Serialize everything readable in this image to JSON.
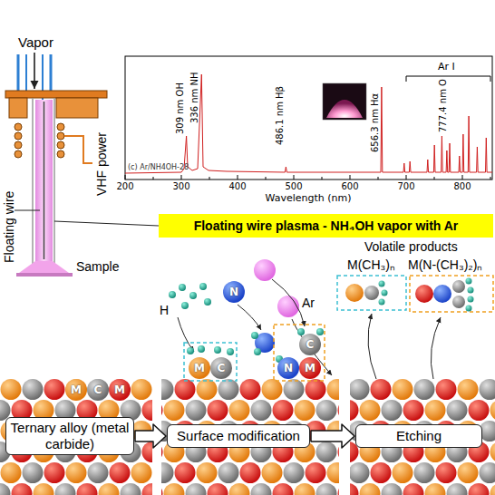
{
  "diagram": {
    "nodes": [
      {
        "text": [
          "Floating wire plasma - NH₄OH vapor with Ar"
        ]
      },
      {
        "text": [
          "N"
        ]
      },
      {
        "text": [
          "M"
        ]
      },
      {
        "text": [
          "C"
        ]
      },
      {
        "text": [
          "C"
        ]
      },
      {
        "text": [
          "N"
        ]
      },
      {
        "text": [
          "M"
        ]
      },
      {
        "text": [
          "M"
        ]
      },
      {
        "text": [
          "C"
        ]
      },
      {
        "text": [
          "M"
        ]
      },
      {
        "text": [
          "Ternary alloy (metal carbide)"
        ]
      },
      {
        "text": [
          "Surface modification"
        ]
      },
      {
        "text": [
          "Etching"
        ]
      }
    ],
    "edges": [
      {
        "from": 10,
        "to": 11,
        "arrow": "to"
      },
      {
        "from": 11,
        "to": 12,
        "arrow": "to"
      }
    ],
    "labels": [
      "Vapor",
      "VHF power",
      "Floating wire",
      "Sample",
      "(c) Ar/NH4OH-28",
      "309 nm OH",
      "336 nm NH",
      "486.1 nm Hβ",
      "656.3 nm Hα",
      "777.4 nm O",
      "Ar I",
      "200",
      "300",
      "400",
      "500",
      "600",
      "700",
      "800",
      "Wavelength (nm)",
      "Volatile products",
      "H",
      "Ar",
      "M(CH₃)ₙ",
      "M(N-(CH₃)₂)ₙ"
    ]
  }
}
